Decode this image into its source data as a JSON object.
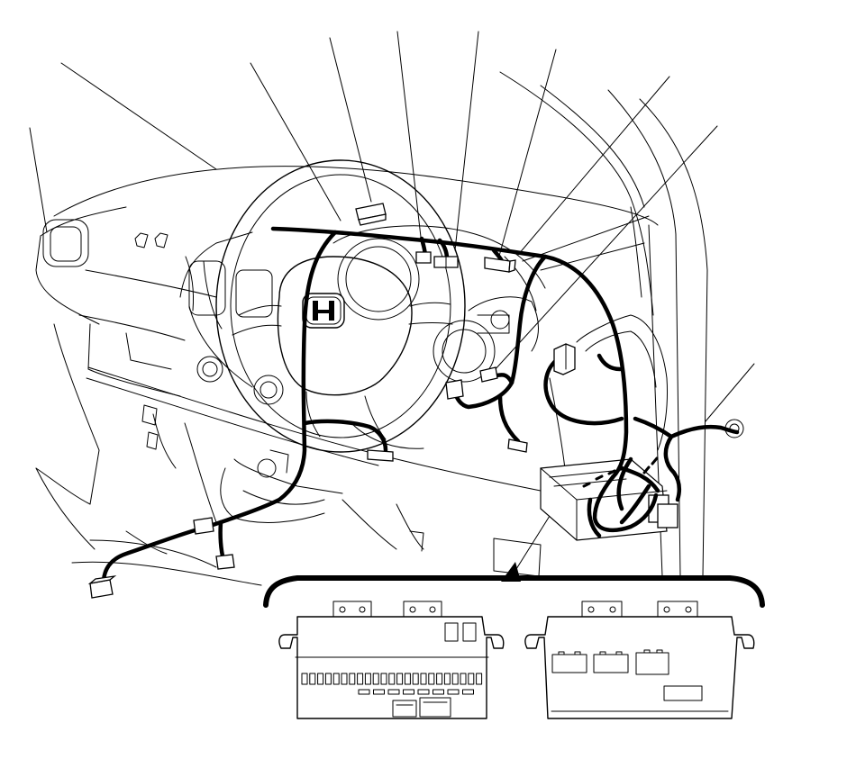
{
  "figure": {
    "kind": "wiring-harness-installation",
    "colors": {
      "line": "#000000",
      "background": "#ffffff"
    }
  },
  "logo": {
    "icon": "honda-h-logo-icon",
    "mark_text": "H"
  },
  "callout_count": 11,
  "detail_inset": {
    "views": [
      "fuse-box-front-view",
      "fuse-box-rear-view"
    ]
  }
}
